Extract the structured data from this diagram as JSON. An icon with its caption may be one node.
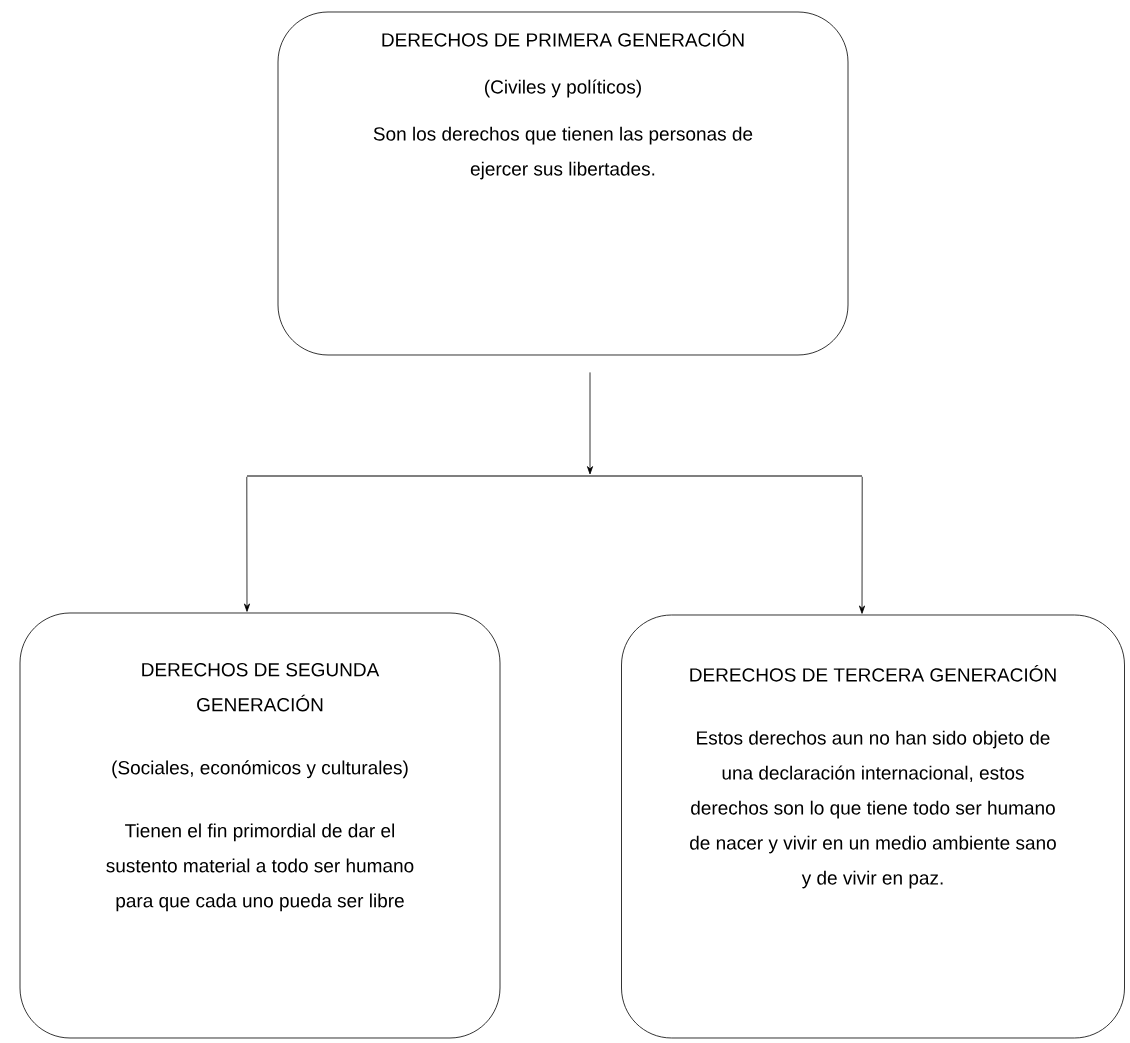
{
  "diagram": {
    "nodes": [
      {
        "text": [
          "DERECHOS DE PRIMERA GENERACIÓN",
          "(Civiles y políticos)",
          "Son los derechos que tienen las personas de ejercer sus libertades."
        ]
      },
      {
        "text": [],
        "shape": "bar"
      },
      {
        "text": [
          "DERECHOS DE SEGUNDA GENERACIÓN",
          "(Sociales, económicos y culturales)",
          "Tienen el fin primordial de dar el sustento material a todo ser humano para que cada uno pueda ser libre"
        ]
      },
      {
        "text": [
          "DERECHOS DE TERCERA GENERACIÓN",
          "Estos derechos aun no han sido objeto de una declaración internacional, estos derechos son lo que tiene todo ser humano de nacer y vivir en un medio ambiente sano y de vivir en paz."
        ]
      }
    ],
    "edges": [
      {
        "from": 0,
        "to": 1,
        "arrow": "to"
      },
      {
        "from": 1,
        "to": 2,
        "arrow": "to"
      },
      {
        "from": 1,
        "to": 3,
        "arrow": "to"
      }
    ]
  }
}
